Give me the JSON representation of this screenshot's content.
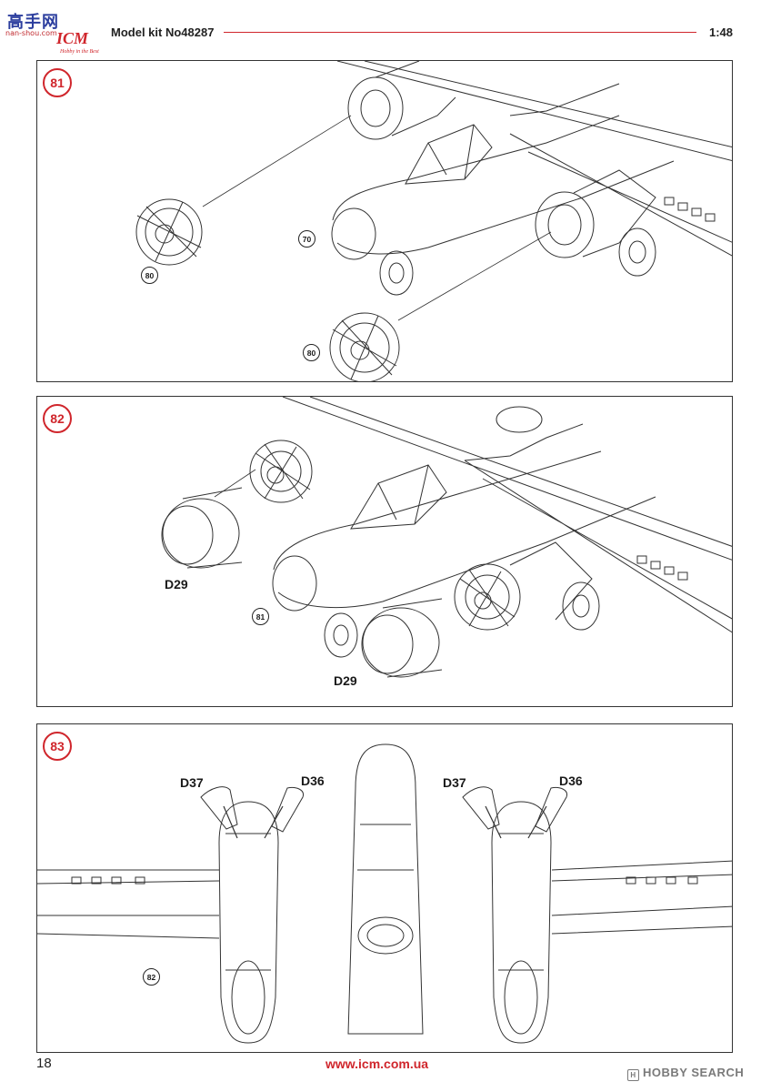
{
  "header": {
    "watermark_chars": "高手网",
    "watermark_url": "nan-shou.com",
    "logo_text": "ICM",
    "logo_tagline": "Hobby in the Best",
    "kit_title": "Model kit No48287",
    "scale": "1:48"
  },
  "steps": [
    {
      "number": "81",
      "refs": [
        "70",
        "80",
        "80"
      ],
      "part_labels": []
    },
    {
      "number": "82",
      "refs": [
        "81"
      ],
      "part_labels": [
        "D29",
        "D29"
      ]
    },
    {
      "number": "83",
      "refs": [
        "82"
      ],
      "part_labels": [
        "D37",
        "D36",
        "D37",
        "D36"
      ]
    }
  ],
  "footer": {
    "page_number": "18",
    "url": "www.icm.com.ua",
    "hobbysearch_icon": "H",
    "hobbysearch": "HOBBY SEARCH"
  },
  "colors": {
    "accent": "#d0262c",
    "line": "#333333"
  }
}
